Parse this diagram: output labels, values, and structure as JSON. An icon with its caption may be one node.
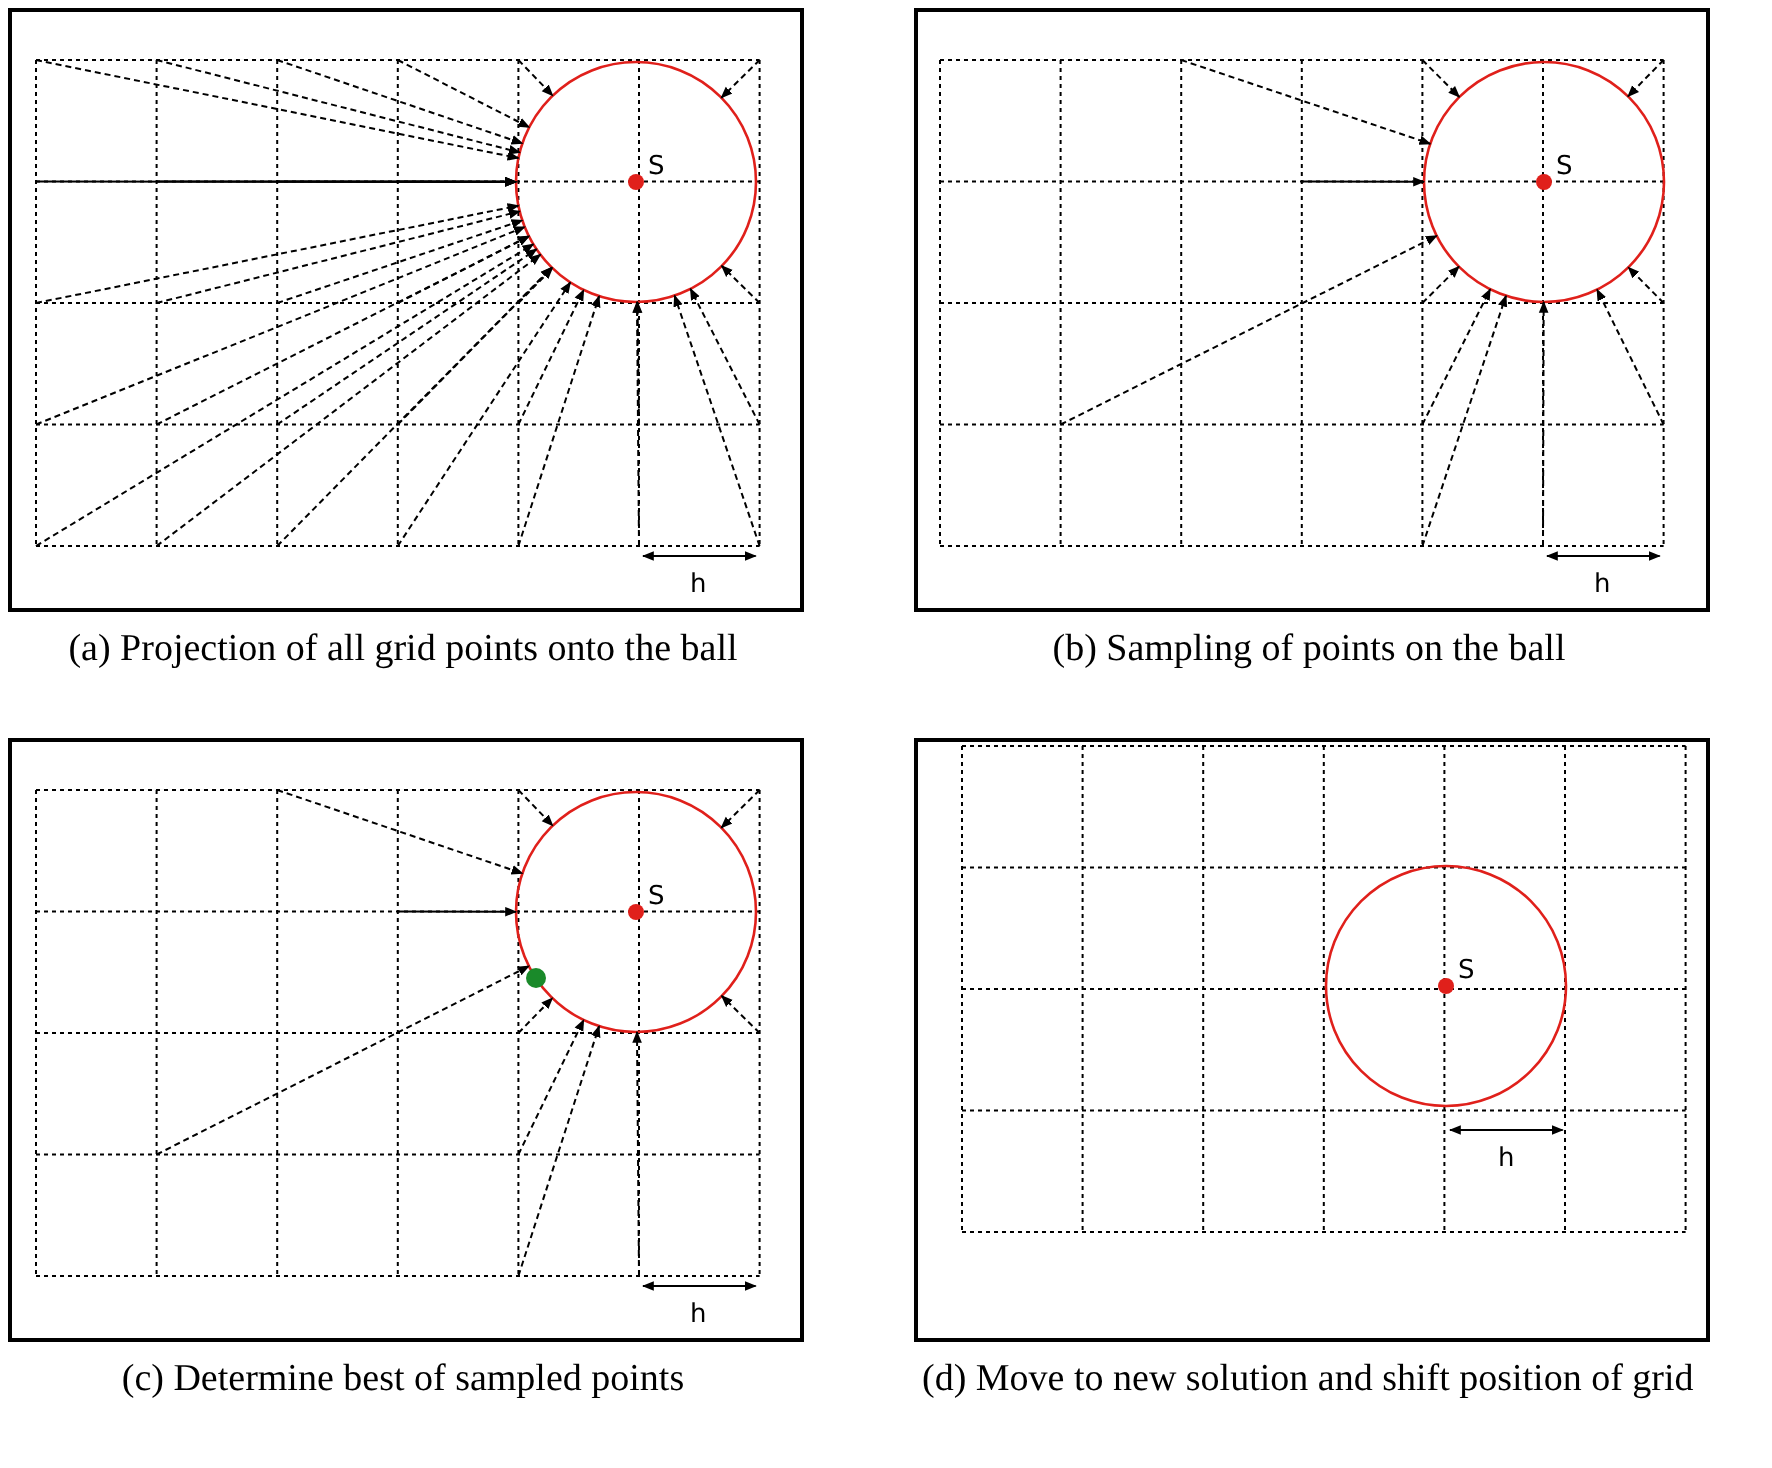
{
  "diagram": {
    "labels": [
      "S",
      "S",
      "h",
      "h",
      "(a) Projection of all grid points onto the ball",
      "(b) Sampling of points on the ball",
      "S",
      "S",
      "h",
      "h",
      "(c) Determine best of sampled points",
      "(d) Move to new solution and shift position of grid"
    ]
  }
}
